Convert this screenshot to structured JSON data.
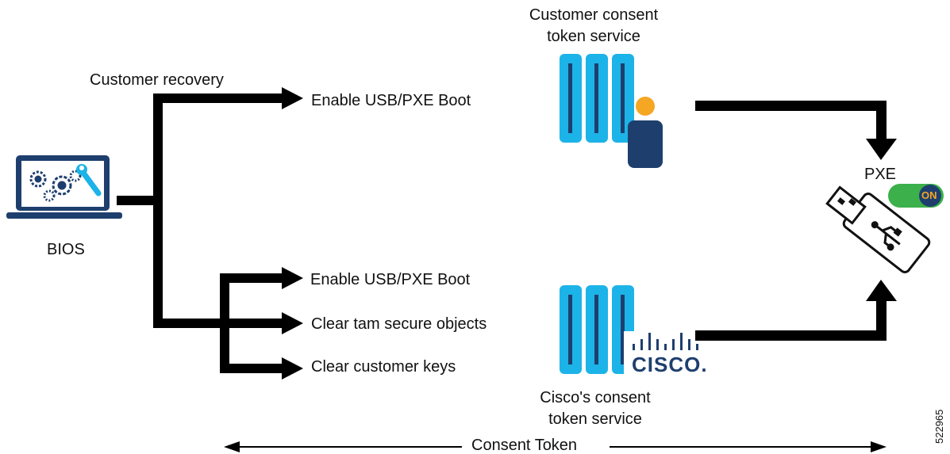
{
  "labels": {
    "customer_recovery": "Customer recovery",
    "enable_usb_top": "Enable USB/PXE Boot",
    "bios": "BIOS",
    "enable_usb_bottom": "Enable USB/PXE Boot",
    "clear_tam": "Clear tam secure objects",
    "clear_keys": "Clear customer keys",
    "customer_service_line1": "Customer consent",
    "customer_service_line2": "token service",
    "cisco_service_line1": "Cisco's consent",
    "cisco_service_line2": "token service",
    "pxe": "PXE",
    "toggle_on": "ON",
    "cisco_logo": "CISCO.",
    "consent_token": "Consent Token",
    "figure_id": "522965"
  },
  "colors": {
    "server_blue": "#1CB3E8",
    "person_head": "#F5A623",
    "person_body": "#1E3F6E",
    "toggle_green": "#3CB04A",
    "laptop_blue": "#1E3F6E",
    "gear_blue": "#1CB3E8"
  },
  "icons": [
    "laptop-icon",
    "gear-icon",
    "wrench-icon",
    "server-icon",
    "person-icon",
    "usb-drive-icon",
    "usb-symbol-icon",
    "toggle-switch-icon",
    "cisco-logo"
  ]
}
